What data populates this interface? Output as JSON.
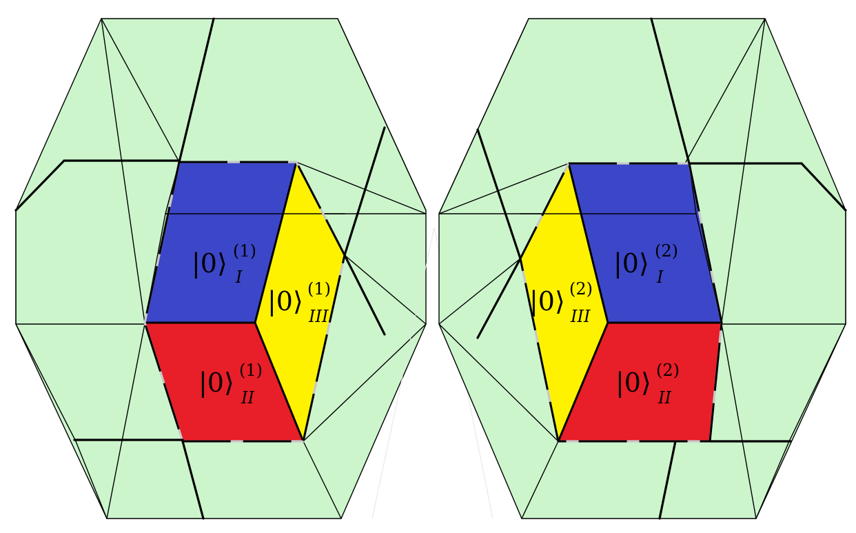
{
  "colors": {
    "hull": "#ccf5cc",
    "face_I": "#3c46c8",
    "face_II": "#e81e28",
    "face_III": "#fff200",
    "edge": "#000000",
    "gap": "#c8c8c8"
  },
  "cubes": [
    {
      "id": "left",
      "labels": {
        "I": {
          "ket": "|0⟩",
          "sub": "I",
          "sup": "(1)"
        },
        "II": {
          "ket": "|0⟩",
          "sub": "II",
          "sup": "(1)"
        },
        "III": {
          "ket": "|0⟩",
          "sub": "III",
          "sup": "(1)"
        }
      }
    },
    {
      "id": "right",
      "labels": {
        "I": {
          "ket": "|0⟩",
          "sub": "I",
          "sup": "(2)"
        },
        "II": {
          "ket": "|0⟩",
          "sub": "II",
          "sup": "(2)"
        },
        "III": {
          "ket": "|0⟩",
          "sub": "III",
          "sup": "(2)"
        }
      }
    }
  ]
}
